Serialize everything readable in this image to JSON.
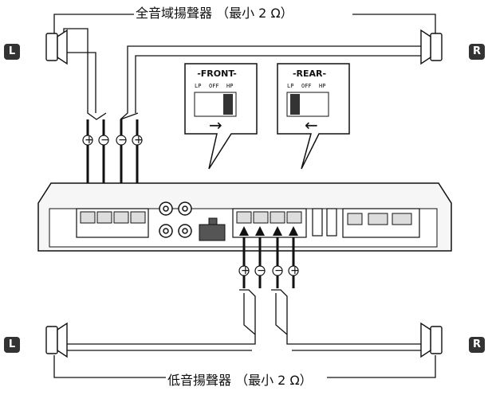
{
  "labels": {
    "full_range_speaker": "全音域揚聲器 （最小 2 Ω）",
    "low_range_speaker": "低音揚聲器 （最小 2 Ω）"
  },
  "channel_badges": {
    "top_left": "L",
    "top_right": "R",
    "bottom_left": "L",
    "bottom_right": "R"
  },
  "callouts": {
    "front": {
      "title": "-FRONT-",
      "switch_positions": [
        "LP",
        "OFF",
        "HP"
      ],
      "arrow": "→"
    },
    "rear": {
      "title": "-REAR-",
      "switch_positions": [
        "LP",
        "OFF",
        "HP"
      ],
      "arrow": "←"
    }
  },
  "polarity_marks": {
    "plus": "+",
    "minus": "−"
  },
  "colors": {
    "line": "#111111",
    "amp_body": "#f4f4f4",
    "badge": "#333333"
  }
}
